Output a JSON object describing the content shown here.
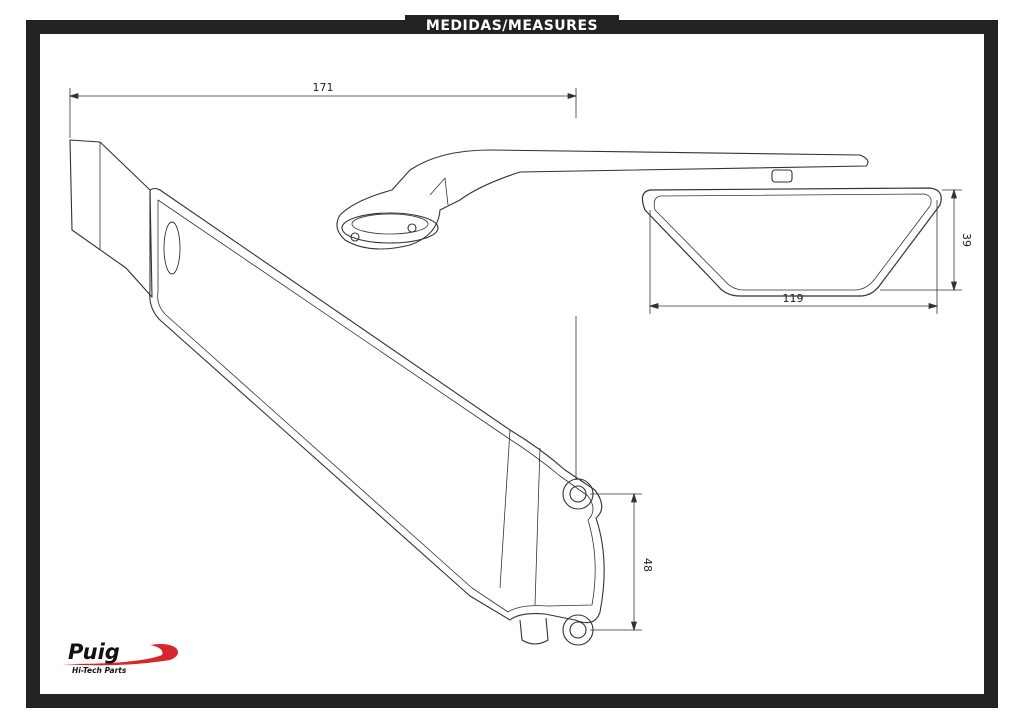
{
  "header": {
    "title": "MEDIDAS/MEASURES"
  },
  "dimensions": {
    "overall_width": "171",
    "mirror_width": "119",
    "mirror_height": "39",
    "mount_spacing": "48"
  },
  "logo": {
    "brand": "Puig",
    "tagline": "Hi-Tech Parts"
  },
  "colors": {
    "frame": "#222222",
    "line": "#333333",
    "logo_red": "#d6252b"
  }
}
